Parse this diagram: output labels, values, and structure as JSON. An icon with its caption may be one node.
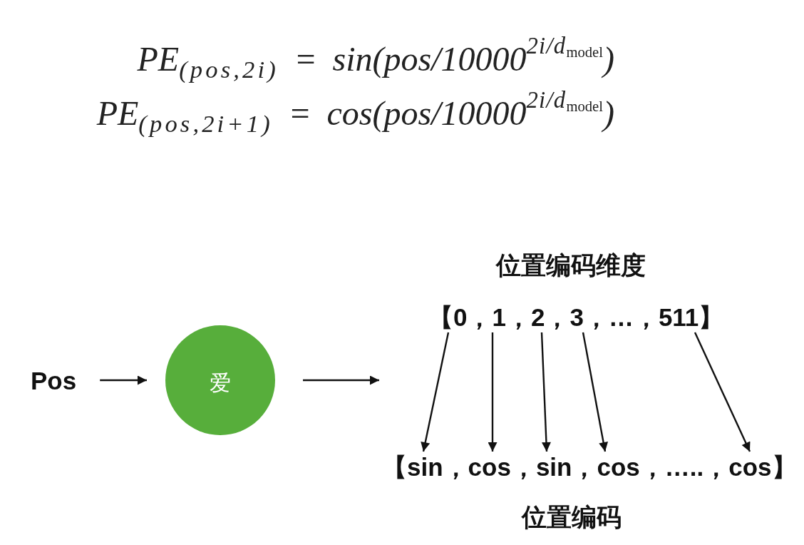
{
  "diagram": {
    "nodes": [
      {
        "text": [
          "Pos"
        ]
      },
      {
        "text": [
          "爱"
        ]
      },
      {
        "text": [
          "位置编码维度",
          "位置编码"
        ]
      },
      {
        "text": [
          "【0，"
        ],
        "in": 2
      },
      {
        "text": [
          "1，"
        ],
        "in": 2
      },
      {
        "text": [
          "2，"
        ],
        "in": 2
      },
      {
        "text": [
          "3，"
        ],
        "in": 2
      },
      {
        "text": [
          "511】"
        ],
        "in": 2
      },
      {
        "text": [
          "【sin，"
        ],
        "in": 2
      },
      {
        "text": [
          "cos，"
        ],
        "in": 2
      },
      {
        "text": [
          "sin，"
        ],
        "in": 2
      },
      {
        "text": [
          "cos，"
        ],
        "in": 2
      },
      {
        "text": [
          "cos】"
        ],
        "in": 2
      }
    ],
    "edges": [
      {
        "from": 0,
        "to": 1,
        "arrow": "to"
      },
      {
        "from": 1,
        "to": 2,
        "arrow": "to"
      },
      {
        "from": 3,
        "to": 8,
        "arrow": "to"
      },
      {
        "from": 4,
        "to": 9,
        "arrow": "to"
      },
      {
        "from": 5,
        "to": 10,
        "arrow": "to"
      },
      {
        "from": 6,
        "to": 11,
        "arrow": "to"
      },
      {
        "from": 7,
        "to": 12,
        "arrow": "to"
      }
    ],
    "labels": [
      "PE$_{(pos,2i)}$ = sin(pos/10000$^{2i/d}$$_{model}$)",
      "PE$_{(pos,2i+1)}$ = cos(pos/10000$^{2i/d}$$_{model}$)",
      "…，",
      "…..，"
    ]
  }
}
